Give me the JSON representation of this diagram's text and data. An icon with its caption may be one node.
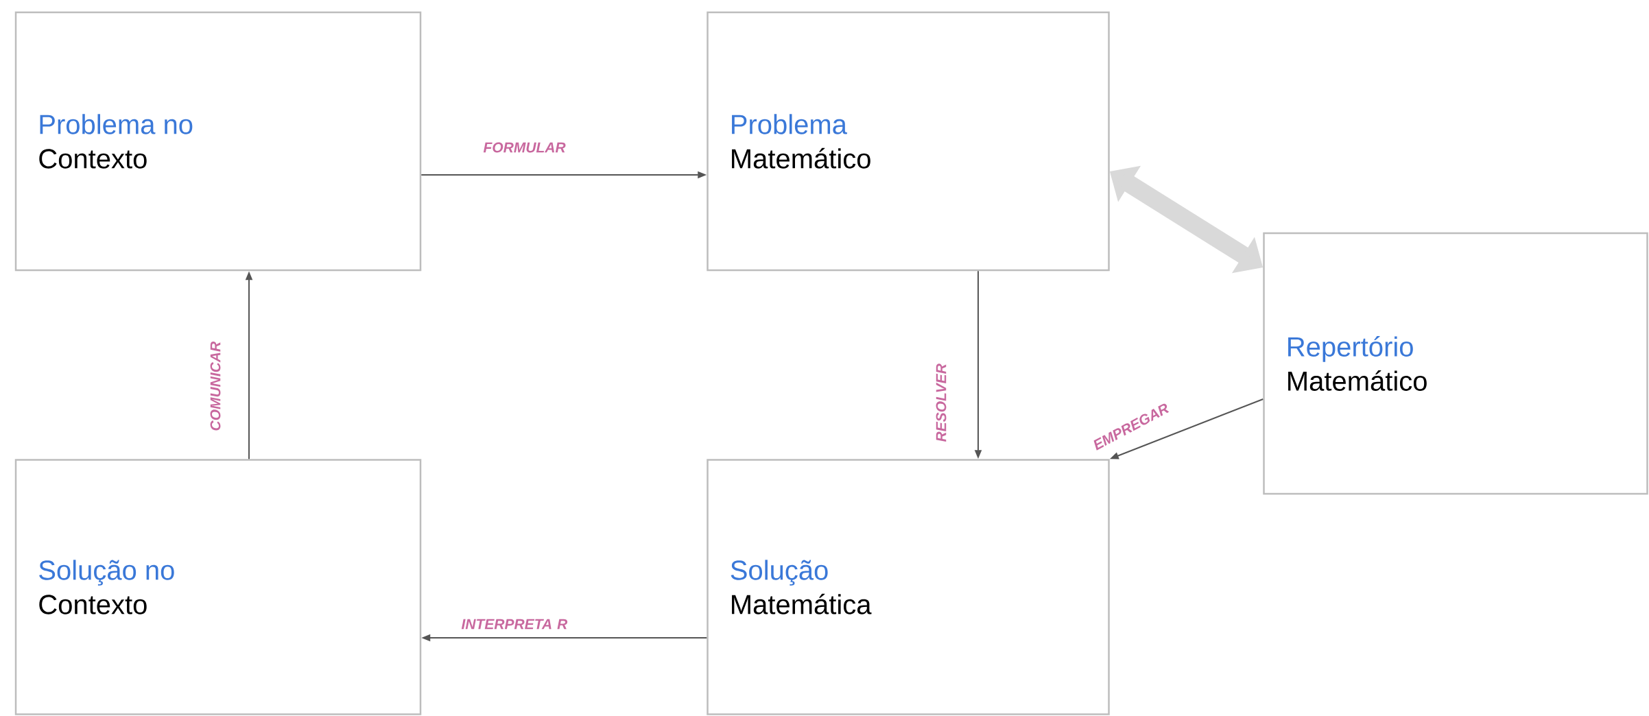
{
  "diagram": {
    "nodes": [
      {
        "text": [
          "Problema no",
          "Contexto"
        ]
      },
      {
        "text": [
          "Problema",
          "Matemático"
        ]
      },
      {
        "text": [
          "Repertório",
          "Matemático"
        ]
      },
      {
        "text": [
          "Solução no",
          "Contexto"
        ]
      },
      {
        "text": [
          "Solução",
          "Matemática"
        ]
      }
    ],
    "edges": [
      {
        "from": 0,
        "to": 1,
        "arrow": "to",
        "label": "FORMULAR"
      },
      {
        "from": 1,
        "to": 4,
        "arrow": "to",
        "label": "RESOLVER"
      },
      {
        "from": 1,
        "to": 2,
        "arrow": "both",
        "style": "thick",
        "color": "#d9d9d9"
      },
      {
        "from": 2,
        "to": 4,
        "arrow": "to",
        "label": "EMPREGAR"
      },
      {
        "from": 4,
        "to": 3,
        "arrow": "to",
        "label": "INTERPRETA R"
      },
      {
        "from": 3,
        "to": 0,
        "arrow": "to",
        "label": "COMUNICAR"
      }
    ]
  }
}
